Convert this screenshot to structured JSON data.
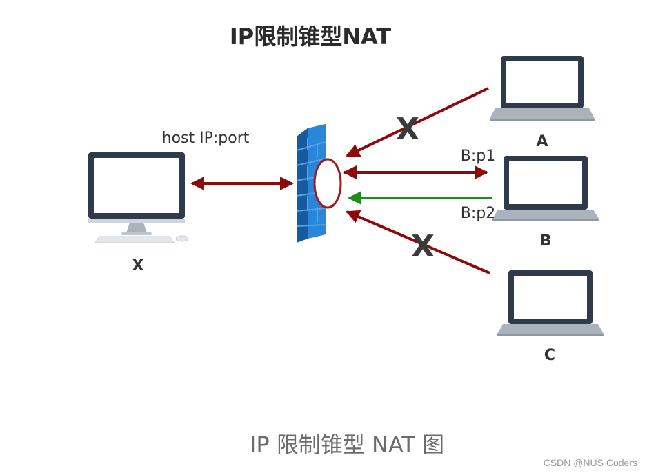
{
  "title": "IP限制锥型NAT",
  "host_label": "host IP:port",
  "nodes": {
    "x": "X",
    "a": "A",
    "b": "B",
    "c": "C"
  },
  "port_labels": {
    "p1": "B:p1",
    "p2": "B:p2"
  },
  "blocked_marks": {
    "a": "X",
    "c": "X"
  },
  "caption": "IP 限制锥型 NAT 图",
  "watermark": "CSDN @NUS Coders",
  "colors": {
    "arrow_blocked": "#8b0a0a",
    "arrow_allowed": "#1e8c1e",
    "firewall": "#1f6fbf",
    "nat_port": "#a01818"
  }
}
